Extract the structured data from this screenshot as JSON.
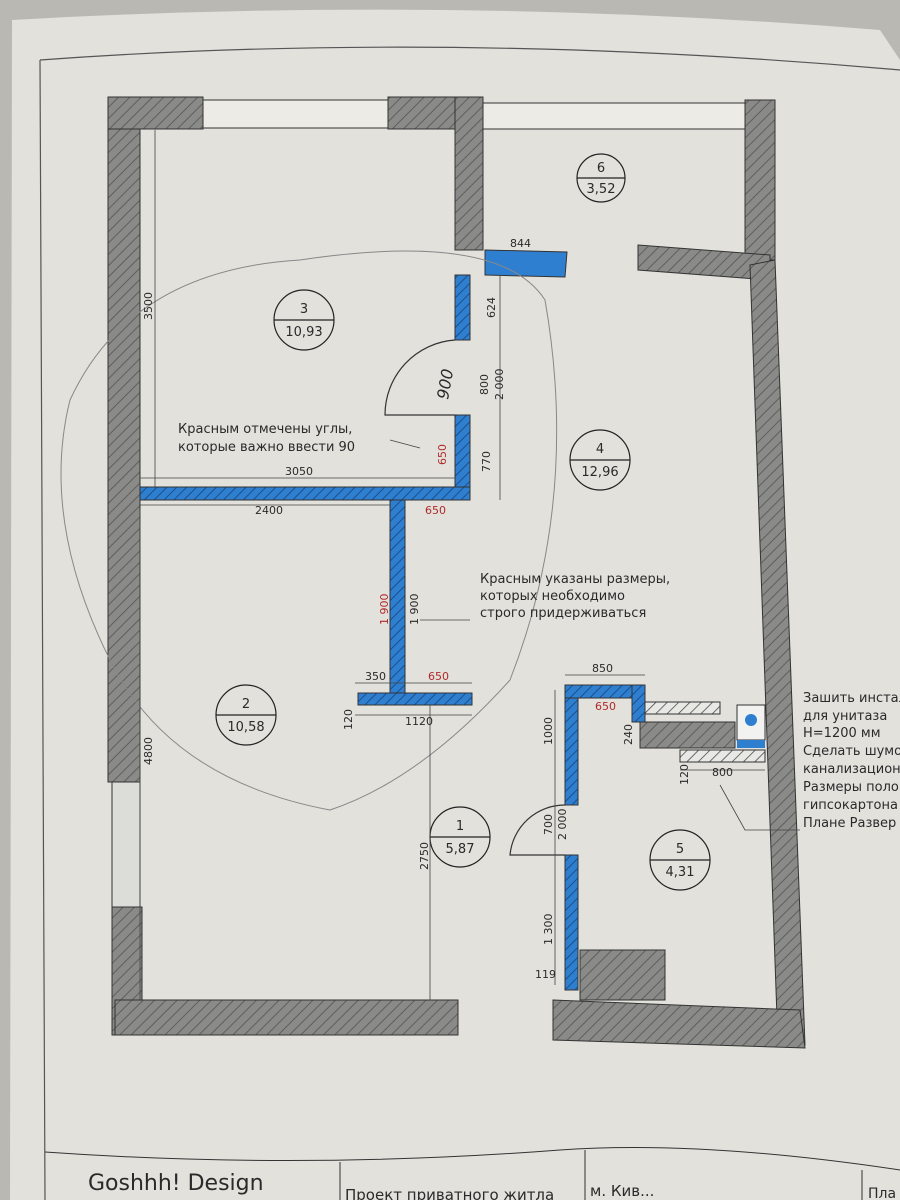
{
  "rooms": [
    {
      "number": "6",
      "area": "3,52"
    },
    {
      "number": "3",
      "area": "10,93"
    },
    {
      "number": "4",
      "area": "12,96"
    },
    {
      "number": "2",
      "area": "10,58"
    },
    {
      "number": "1",
      "area": "5,87"
    },
    {
      "number": "5",
      "area": "4,31"
    }
  ],
  "dimensions": {
    "d844": "844",
    "d624": "624",
    "d800": "800",
    "d2000a": "2 000",
    "d770": "770",
    "d650a": "650",
    "d3050": "3050",
    "d2400": "2400",
    "d650b": "650",
    "d1900red": "1 900",
    "d1900": "1 900",
    "d350": "350",
    "d650c": "650",
    "d120a": "120",
    "d1120": "1120",
    "d3500": "3500",
    "d4800": "4800",
    "d2750": "2750",
    "d850": "850",
    "d650d": "650",
    "d1000": "1000",
    "d240": "240",
    "d120b": "120",
    "d800b": "800",
    "d700": "700",
    "d2000b": "2 000",
    "d1300": "1 300",
    "d119": "119",
    "handwritten": "900"
  },
  "notes": {
    "angles": [
      "Красным отмечены углы,",
      "которые важно ввести 90"
    ],
    "sizes": [
      "Красным указаны размеры,",
      "которых необходимо",
      "строго придерживаться"
    ],
    "right": [
      "Зашить инстал",
      "для унитаза",
      "H=1200 мм",
      "Сделать шумо",
      "канализацион",
      "Размеры поло",
      "гипсокартона",
      "Плане Развер"
    ]
  },
  "title_block": {
    "brand": "Goshhh! Design",
    "project": "Проект приватного житла",
    "city": "м. Кив...",
    "sheet": "Пла"
  },
  "colors": {
    "wall": "#8a8a88",
    "partition": "#2f7fd0",
    "paper": "#e4e3de",
    "red_dim": "#b02a2a"
  }
}
